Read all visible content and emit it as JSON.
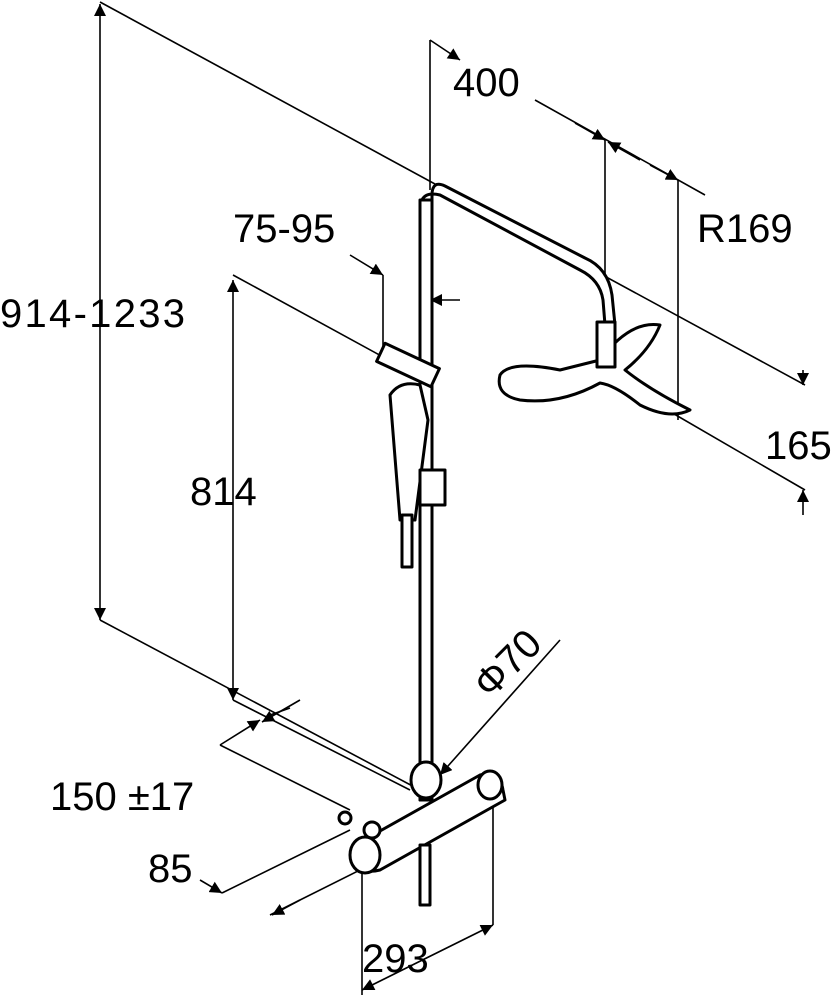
{
  "dimensions": {
    "arm_length": "400",
    "head_radius": "R169",
    "handshower_offset": "75-95",
    "total_height": "914-1233",
    "handshower_height": "814",
    "head_height": "165",
    "pipe_diameter": "Φ70",
    "wall_distance": "150 ±17",
    "mixer_projection": "85",
    "mixer_width": "293"
  }
}
